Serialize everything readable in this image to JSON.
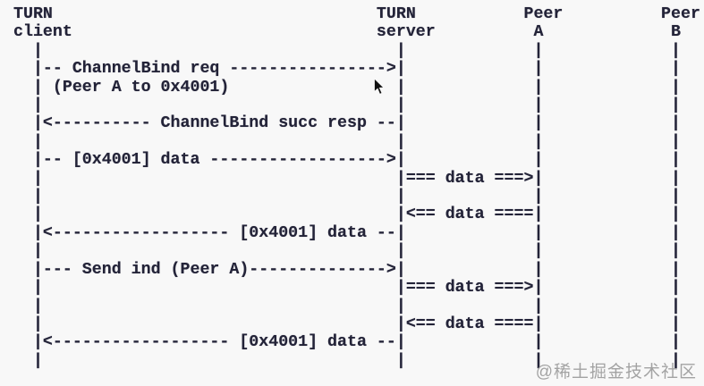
{
  "diagram": {
    "participants": [
      "TURN client",
      "TURN server",
      "Peer A",
      "Peer B"
    ],
    "messages": [
      {
        "label": "ChannelBind req (Peer A to 0x4001)",
        "from": "TURN client",
        "to": "TURN server"
      },
      {
        "label": "ChannelBind succ resp",
        "from": "TURN server",
        "to": "TURN client"
      },
      {
        "label": "[0x4001] data",
        "from": "TURN client",
        "to": "TURN server"
      },
      {
        "label": "data",
        "from": "TURN server",
        "to": "Peer A"
      },
      {
        "label": "data",
        "from": "Peer A",
        "to": "TURN server"
      },
      {
        "label": "[0x4001] data",
        "from": "TURN server",
        "to": "TURN client"
      },
      {
        "label": "Send ind (Peer A)",
        "from": "TURN client",
        "to": "TURN server"
      },
      {
        "label": "data",
        "from": "TURN server",
        "to": "Peer A"
      },
      {
        "label": "data",
        "from": "Peer A",
        "to": "TURN server"
      },
      {
        "label": "[0x4001] data",
        "from": "TURN server",
        "to": "TURN client"
      }
    ],
    "lines": [
      "TURN                                 TURN           Peer          Peer",
      "client                               server          A             B",
      "  |                                    |             |             |",
      "  |-- ChannelBind req ---------------->|             |             |",
      "  | (Peer A to 0x4001)                 |             |             |",
      "  |                                    |             |             |",
      "  |<---------- ChannelBind succ resp --|             |             |",
      "  |                                    |             |             |",
      "  |-- [0x4001] data ------------------>|             |             |",
      "  |                                    |=== data ===>|             |",
      "  |                                    |             |             |",
      "  |                                    |<== data ====|             |",
      "  |<------------------ [0x4001] data --|             |             |",
      "  |                                    |             |             |",
      "  |--- Send ind (Peer A)-------------->|             |             |",
      "  |                                    |=== data ===>|             |",
      "  |                                    |             |             |",
      "  |                                    |<== data ====|             |",
      "  |<------------------ [0x4001] data --|             |             |",
      "  |                                    |             |             |"
    ]
  },
  "watermark": {
    "text": "@稀土掘金技术社区"
  },
  "colors": {
    "text": "#232338",
    "background": "#f8f8f8",
    "watermark": "#a3a3a3",
    "cursor": "#111111"
  },
  "icons": {
    "cursor": "mouse-pointer"
  }
}
